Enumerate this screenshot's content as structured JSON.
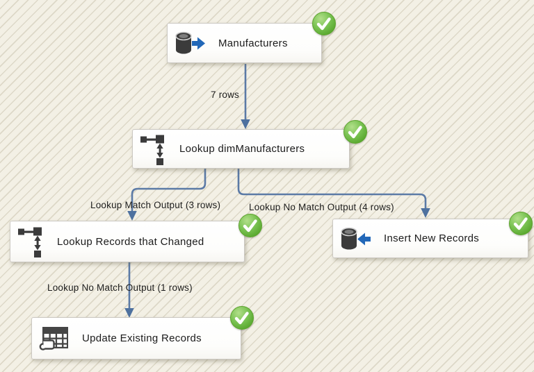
{
  "app": {
    "type": "ssis-data-flow-diagram",
    "execution_status": "success"
  },
  "colors": {
    "surface_background": "#f3f0e5",
    "surface_hatch_line": "#cbc5af",
    "connector_blue": "#5b7aa6",
    "success_badge_green": "#5aa930",
    "icon_dark_gray": "#3b3b3b",
    "icon_arrow_blue": "#2268b8",
    "node_background": "#ffffff",
    "label_text": "#1d1d1d"
  },
  "nodes": [
    {
      "label": "Manufacturers",
      "icon": "database-source-icon",
      "status": "success"
    },
    {
      "label": "Lookup dimManufacturers",
      "icon": "lookup-icon",
      "status": "success"
    },
    {
      "label": "Lookup Records that Changed",
      "icon": "lookup-icon",
      "status": "success"
    },
    {
      "label": "Insert New Records",
      "icon": "database-destination-icon",
      "status": "success"
    },
    {
      "label": "Update Existing Records",
      "icon": "table-grid-icon",
      "status": "success"
    }
  ],
  "edges": [
    {
      "from": "Manufacturers",
      "to": "Lookup dimManufacturers",
      "label": "7 rows"
    },
    {
      "from": "Lookup dimManufacturers",
      "to": "Lookup Records that Changed",
      "label": "Lookup Match Output (3 rows)"
    },
    {
      "from": "Lookup dimManufacturers",
      "to": "Insert New Records",
      "label": "Lookup No Match Output (4 rows)"
    },
    {
      "from": "Lookup Records that Changed",
      "to": "Update Existing Records",
      "label": "Lookup No Match Output (1 rows)"
    }
  ]
}
